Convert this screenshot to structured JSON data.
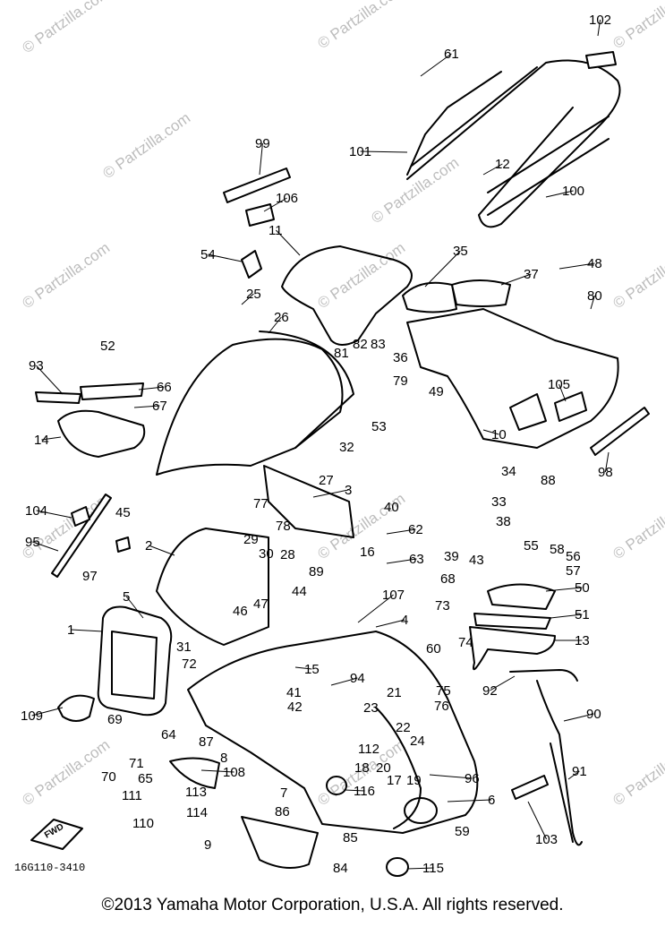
{
  "watermark": "© Partzilla.com",
  "diagram_code": "16G110-3410",
  "copyright": "©2013 Yamaha Motor Corporation, U.S.A. All rights reserved.",
  "fwd_label": "FWD",
  "callouts": [
    "1",
    "2",
    "3",
    "4",
    "5",
    "6",
    "7",
    "8",
    "9",
    "10",
    "11",
    "12",
    "13",
    "14",
    "15",
    "16",
    "17",
    "18",
    "19",
    "20",
    "21",
    "22",
    "23",
    "24",
    "25",
    "26",
    "27",
    "28",
    "29",
    "30",
    "31",
    "32",
    "33",
    "34",
    "35",
    "36",
    "37",
    "38",
    "39",
    "40",
    "41",
    "42",
    "43",
    "44",
    "45",
    "46",
    "47",
    "48",
    "49",
    "50",
    "51",
    "52",
    "53",
    "54",
    "55",
    "56",
    "57",
    "58",
    "59",
    "60",
    "61",
    "62",
    "63",
    "64",
    "65",
    "66",
    "67",
    "68",
    "69",
    "70",
    "71",
    "72",
    "73",
    "74",
    "75",
    "76",
    "77",
    "78",
    "79",
    "80",
    "81",
    "82",
    "83",
    "84",
    "85",
    "86",
    "87",
    "88",
    "89",
    "90",
    "91",
    "92",
    "93",
    "94",
    "95",
    "96",
    "97",
    "98",
    "99",
    "100",
    "101",
    "102",
    "103",
    "104",
    "105",
    "106",
    "107",
    "108",
    "109",
    "110",
    "111",
    "112",
    "113",
    "114",
    "115",
    "116"
  ]
}
